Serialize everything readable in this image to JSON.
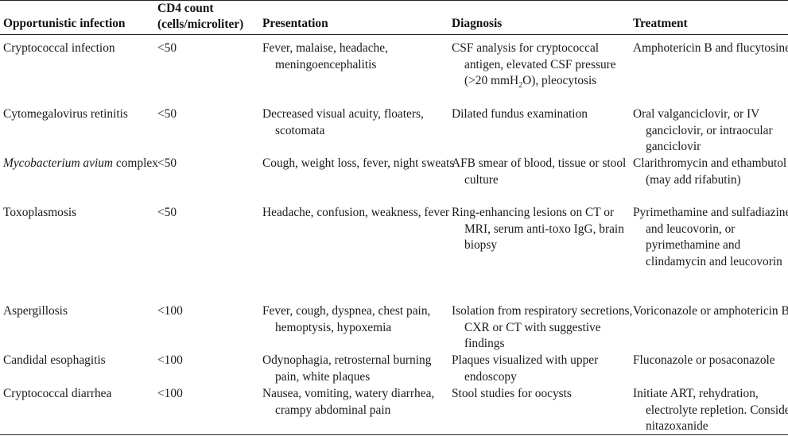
{
  "table": {
    "headers": {
      "infection": "Opportunistic infection",
      "cd4_line1": "CD4 count",
      "cd4_line2": "(cells/microliter)",
      "presentation": "Presentation",
      "diagnosis": "Diagnosis",
      "treatment": "Treatment"
    },
    "rows": [
      {
        "infection": "Cryptococcal infection",
        "cd4": "<50",
        "presentation": "Fever, malaise, headache, meningoencephalitis",
        "diagnosis_pre": "CSF analysis for cryptococcal antigen, elevated CSF pressure (>20 mmH",
        "diagnosis_sub": "2",
        "diagnosis_post": "O), pleocytosis",
        "treatment": "Amphotericin B and flucytosine"
      },
      {
        "infection": "Cytomegalovirus retinitis",
        "cd4": "<50",
        "presentation": "Decreased visual acuity, floaters, scotomata",
        "diagnosis": "Dilated fundus examination",
        "treatment": "Oral valganciclovir, or IV ganciclovir, or intraocular ganciclovir"
      },
      {
        "infection_italic": "Mycobacterium avium",
        "infection_rest": " complex",
        "cd4": "<50",
        "presentation": "Cough, weight loss, fever, night sweats",
        "diagnosis": "AFB smear of blood, tissue or stool culture",
        "treatment": "Clarithromycin and ethambutol (may add rifabutin)"
      },
      {
        "infection": "Toxoplasmosis",
        "cd4": "<50",
        "presentation": "Headache, confusion, weakness, fever",
        "diagnosis": "Ring-enhancing lesions on CT or MRI, serum anti-toxo IgG, brain biopsy",
        "treatment": "Pyrimethamine and sulfadiazine and leucovorin, or pyrimethamine and clindamycin and leucovorin"
      },
      {
        "infection": "Aspergillosis",
        "cd4": "<100",
        "presentation": "Fever, cough, dyspnea, chest pain, hemoptysis, hypoxemia",
        "diagnosis": "Isolation from respiratory secretions, CXR or CT with suggestive findings",
        "treatment": "Voriconazole or amphotericin B"
      },
      {
        "infection": "Candidal esophagitis",
        "cd4": "<100",
        "presentation": "Odynophagia, retrosternal burning pain, white plaques",
        "diagnosis": "Plaques visualized with upper endoscopy",
        "treatment": "Fluconazole or posaconazole"
      },
      {
        "infection": "Cryptococcal diarrhea",
        "cd4": "<100",
        "presentation": "Nausea, vomiting, watery diarrhea, crampy abdominal pain",
        "diagnosis": "Stool studies for oocysts",
        "treatment": "Initiate ART, rehydration, electrolyte repletion. Consider nitazoxanide"
      }
    ]
  }
}
